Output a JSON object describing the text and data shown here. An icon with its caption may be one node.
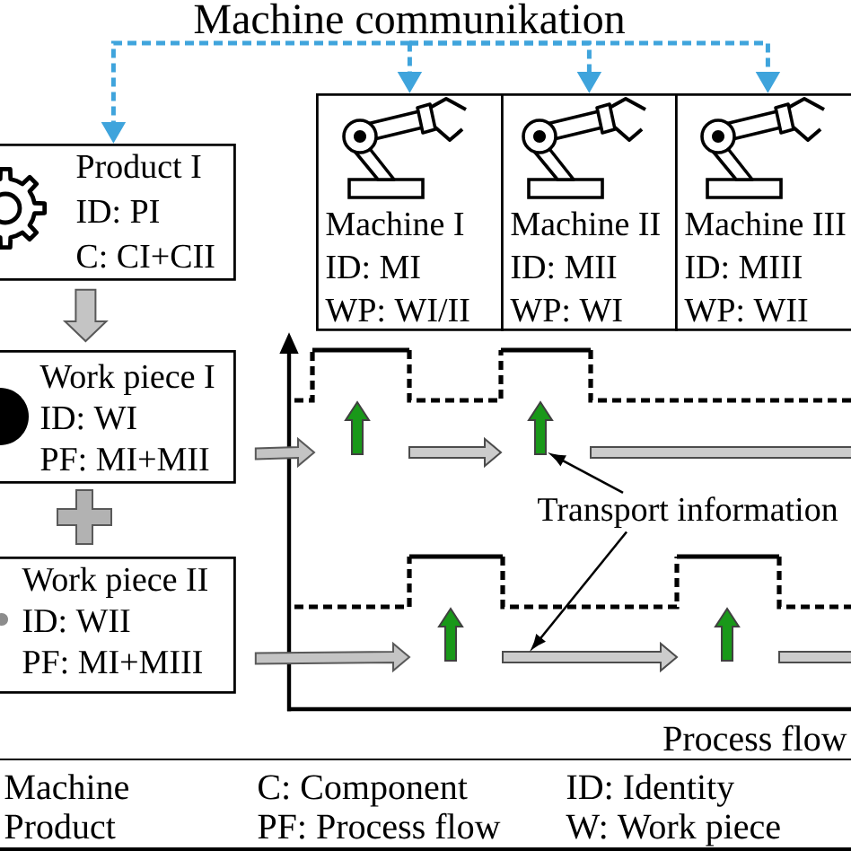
{
  "diagram": {
    "nodes": [
      {
        "text": [
          "Machine communikation"
        ]
      },
      {
        "text": [
          "Product I",
          "ID: PI",
          "C: CI+CII"
        ]
      },
      {
        "text": [
          "Machine I",
          "ID: MI",
          "WP: WI/II"
        ]
      },
      {
        "text": [
          "Machine II",
          "ID: MII",
          "WP: WI"
        ]
      },
      {
        "text": [
          "Machine III",
          "ID: MIII",
          "WP: WII"
        ]
      },
      {
        "text": [
          "Work piece I",
          "ID: WI",
          "PF: MI+MII"
        ]
      },
      {
        "text": [
          "Work piece II",
          "ID: WII",
          "PF: MI+MIII"
        ]
      },
      {
        "text": [
          "Transport information"
        ]
      }
    ],
    "edges": [
      {
        "from": 0,
        "to": 1,
        "arrow": "to",
        "style": "dashed",
        "color": "#3fa4dc"
      },
      {
        "from": 0,
        "to": 2,
        "arrow": "to",
        "style": "dashed",
        "color": "#3fa4dc"
      },
      {
        "from": 0,
        "to": 3,
        "arrow": "to",
        "style": "dashed",
        "color": "#3fa4dc"
      },
      {
        "from": 0,
        "to": 4,
        "arrow": "to",
        "style": "dashed",
        "color": "#3fa4dc"
      },
      {
        "from": 1,
        "to": 5,
        "arrow": "to",
        "style": "thick",
        "color": "#c4c4c4"
      },
      {
        "from": 7,
        "to": null,
        "arrow": "to",
        "color": "#000000"
      },
      {
        "from": 7,
        "to": null,
        "arrow": "to",
        "color": "#000000"
      },
      {
        "from": 5,
        "to": null,
        "arrow": "to",
        "style": "thick",
        "color": "#c4c4c4"
      },
      {
        "from": 6,
        "to": null,
        "arrow": "to",
        "style": "thick",
        "color": "#c4c4c4"
      }
    ],
    "labels": [
      "Process flow",
      "Machine",
      "C: Component",
      "ID: Identity",
      "Product",
      "PF: Process flow",
      "W: Work piece"
    ]
  }
}
